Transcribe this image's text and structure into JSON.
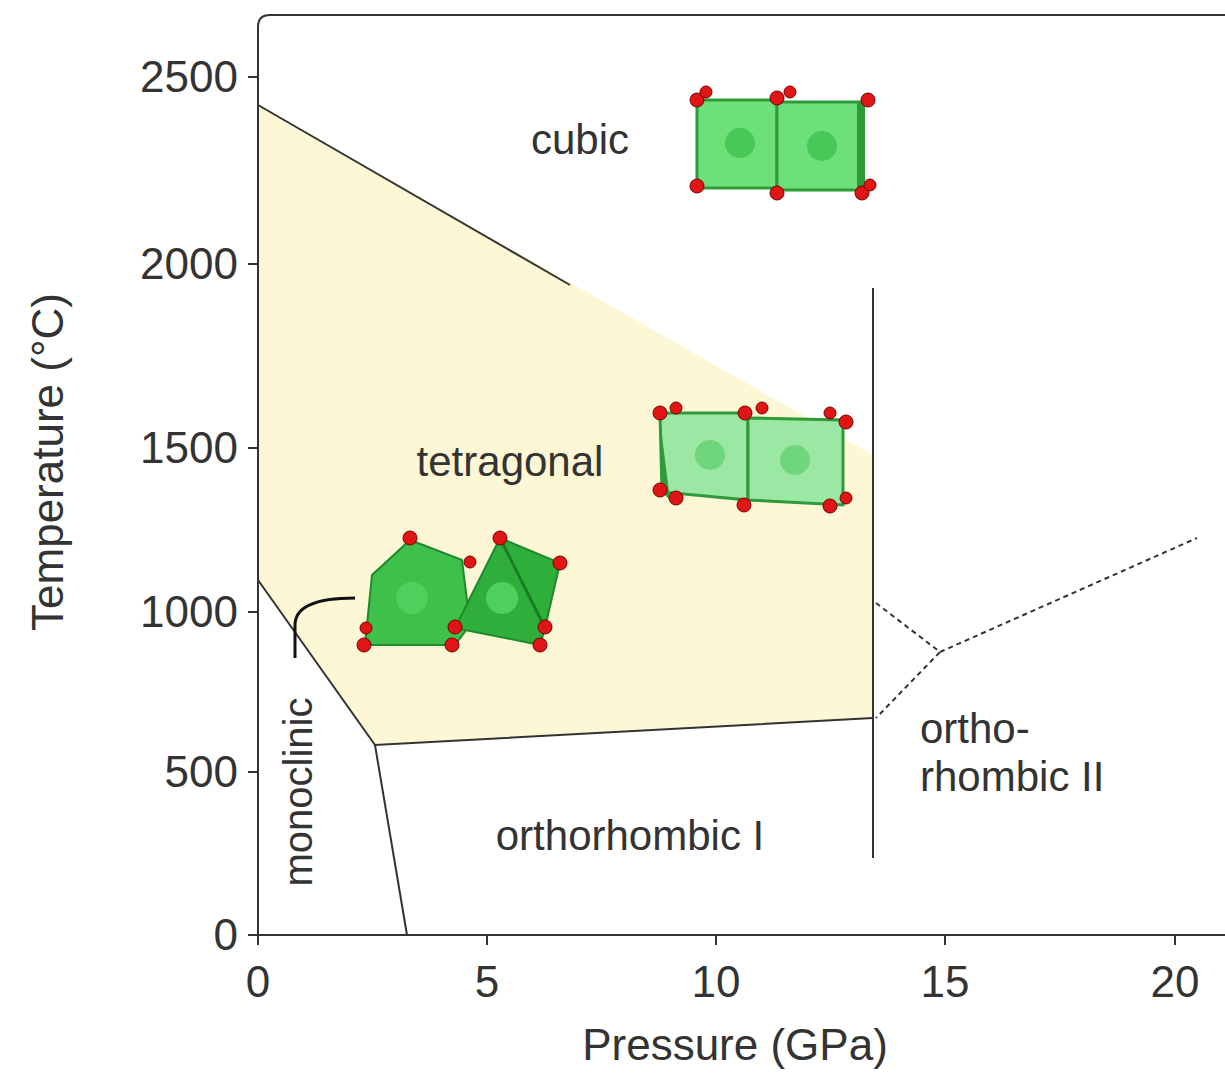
{
  "diagram": {
    "labels": [
      "2500",
      "2000",
      "1500",
      "1000",
      "500",
      "0",
      "0",
      "5",
      "10",
      "15",
      "20",
      "Temperature (°C)",
      "Pressure (GPa)",
      "cubic",
      "tetragonal",
      "monoclinic",
      "orthorhombic I",
      "ortho- rhombic II"
    ]
  }
}
